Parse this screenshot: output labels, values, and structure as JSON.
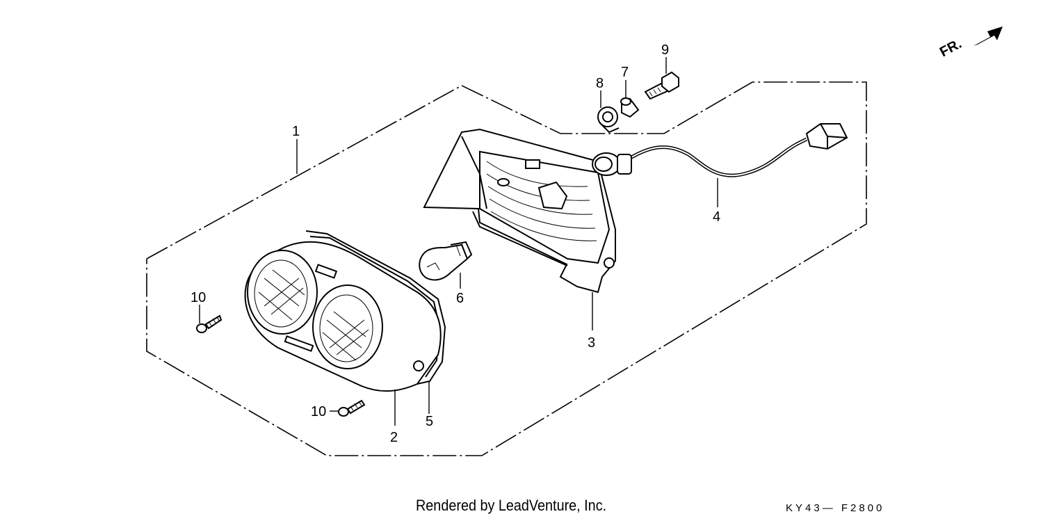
{
  "diagram": {
    "callouts": {
      "c1": "1",
      "c2": "2",
      "c3": "3",
      "c4": "4",
      "c5": "5",
      "c6": "6",
      "c7": "7",
      "c8": "8",
      "c9": "9",
      "c10a": "10",
      "c10b": "10"
    },
    "direction_label": "FR.",
    "direction_icon": "forward-arrow-icon"
  },
  "footer": {
    "credit": "Rendered by LeadVenture, Inc.",
    "code": "KY43— F2800"
  }
}
